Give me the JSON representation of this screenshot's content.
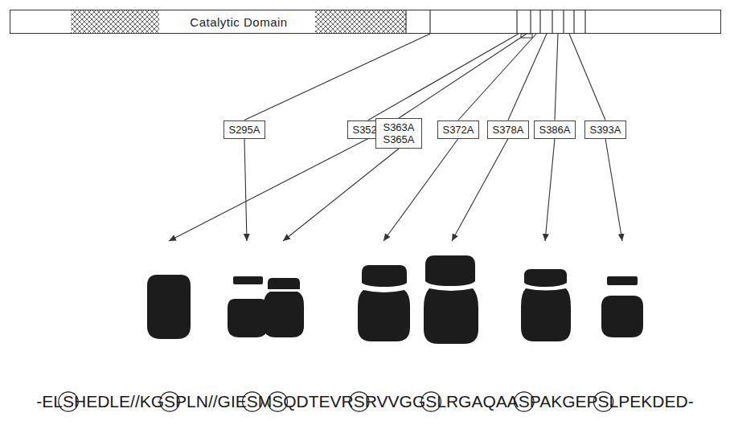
{
  "diagram": {
    "nodes": [
      {
        "text": [
          "Catalytic Domain"
        ]
      },
      {
        "text": [
          "S295A"
        ]
      },
      {
        "text": [
          "S352A"
        ]
      },
      {
        "text": [
          "S363A S365A"
        ]
      },
      {
        "text": [
          "S372A"
        ]
      },
      {
        "text": [
          "S378A"
        ]
      },
      {
        "text": [
          "S386A"
        ]
      },
      {
        "text": [
          "S393A"
        ]
      }
    ],
    "edges": [
      {
        "from": 0,
        "to": 1,
        "arrow": "none"
      },
      {
        "from": 0,
        "to": 2,
        "arrow": "none"
      },
      {
        "from": 0,
        "to": 3,
        "arrow": "none"
      },
      {
        "from": 0,
        "to": 4,
        "arrow": "none"
      },
      {
        "from": 0,
        "to": 5,
        "arrow": "none"
      },
      {
        "from": 0,
        "to": 6,
        "arrow": "none"
      },
      {
        "from": 0,
        "to": 7,
        "arrow": "none"
      }
    ],
    "labels": [
      "-ELSHEDLE//KGSPLN//GIESMSQDTEVRSRVVGGSLRGAQAASPAKGEPSLPEKDED-"
    ]
  }
}
